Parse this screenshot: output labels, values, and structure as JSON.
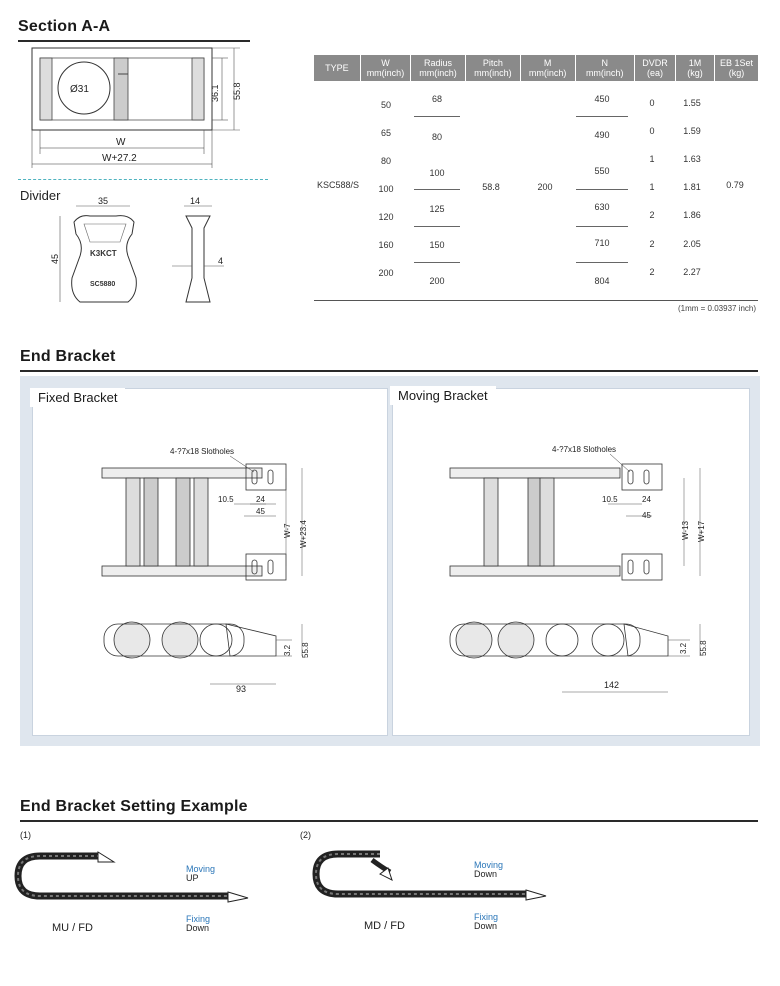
{
  "sections": {
    "section_aa": "Section A-A",
    "divider": "Divider",
    "end_bracket": "End Bracket",
    "setting_example": "End Bracket Setting Example"
  },
  "section_aa_dims": {
    "dia": "Ø31",
    "h1": "36.1",
    "h2": "55.8",
    "w": "W",
    "w2": "W+27.2"
  },
  "divider_dims": {
    "top": "35",
    "side": "45",
    "w14": "14",
    "w4": "4",
    "logo": "K3KCT",
    "code": "SC5880"
  },
  "table": {
    "headers": [
      {
        "l1": "TYPE",
        "l2": ""
      },
      {
        "l1": "W",
        "l2": "mm(inch)"
      },
      {
        "l1": "Radius",
        "l2": "mm(inch)"
      },
      {
        "l1": "Pitch",
        "l2": "mm(inch)"
      },
      {
        "l1": "M",
        "l2": "mm(inch)"
      },
      {
        "l1": "N",
        "l2": "mm(inch)"
      },
      {
        "l1": "DVDR",
        "l2": "(ea)"
      },
      {
        "l1": "1M",
        "l2": "(kg)"
      },
      {
        "l1": "EB 1Set",
        "l2": "(kg)"
      }
    ],
    "type": "KSC588/S",
    "pitch": "58.8",
    "m": "200",
    "eb": "0.79",
    "w": [
      "50",
      "65",
      "80",
      "100",
      "120",
      "160",
      "200"
    ],
    "radius": [
      "68",
      "80",
      "100",
      "125",
      "150",
      "200"
    ],
    "n": [
      "450",
      "490",
      "550",
      "630",
      "710",
      "804"
    ],
    "dvdr": [
      "0",
      "0",
      "1",
      "1",
      "2",
      "2",
      "2"
    ],
    "m1": [
      "1.55",
      "1.59",
      "1.63",
      "1.81",
      "1.86",
      "2.05",
      "2.27"
    ],
    "note": "(1mm = 0.03937 inch)"
  },
  "fixed": {
    "title": "Fixed Bracket",
    "slot": "4-?7x18 Slotholes",
    "d105": "10.5",
    "d24": "24",
    "d45": "45",
    "w7": "W-7",
    "w234": "W+23.4",
    "d32": "3.2",
    "d558": "55.8",
    "d93": "93"
  },
  "moving": {
    "title": "Moving Bracket",
    "slot": "4-?7x18 Slotholes",
    "d105": "10.5",
    "d24": "24",
    "d45": "45",
    "w13": "W-13",
    "w17": "W+17",
    "d32": "3.2",
    "d558": "55.8",
    "d142": "142"
  },
  "examples": [
    {
      "num": "(1)",
      "moving_label": "Moving",
      "moving_dir": "UP",
      "fix_label": "Fixing",
      "fix_dir": "Down",
      "code": "MU / FD"
    },
    {
      "num": "(2)",
      "moving_label": "Moving",
      "moving_dir": "Down",
      "fix_label": "Fixing",
      "fix_dir": "Down",
      "code": "MD / FD"
    }
  ],
  "colors": {
    "header_gray": "#8a8a8a",
    "teal_dash": "#4fb3bf",
    "panel_border": "#c9d3df",
    "blue_text": "#2a76b8"
  }
}
